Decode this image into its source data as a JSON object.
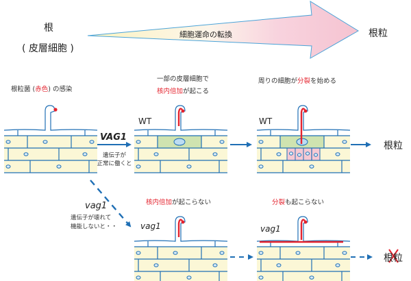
{
  "header": {
    "left_label_line1": "根",
    "left_label_line2": "( 皮層細胞 )",
    "arrow_label": "細胞運命の転換",
    "right_label": "根粒"
  },
  "top_row": {
    "panel1_caption_prefix": "根粒菌 (",
    "panel1_caption_red": "赤色",
    "panel1_caption_suffix": ") の感染",
    "gene_label": "VAG1",
    "gene_note_line1": "遺伝子が",
    "gene_note_line2": "正常に働くと",
    "panel2_caption_line1": "一部の皮層細胞で",
    "panel2_caption_red": "核内倍加",
    "panel2_caption_suffix": "が起こる",
    "panel2_tag": "WT",
    "panel3_caption_prefix": "周りの細胞が",
    "panel3_caption_red": "分裂",
    "panel3_caption_suffix": "を始める",
    "panel3_tag": "WT",
    "result_label": "根粒"
  },
  "bottom_row": {
    "gene_label": "vag1",
    "gene_note_line1": "遺伝子が壊れて",
    "gene_note_line2": "機能しないと・・",
    "panel2_caption_red": "核内倍加",
    "panel2_caption_suffix": "が起こらない",
    "panel2_tag": "vag1",
    "panel3_caption_red": "分裂",
    "panel3_caption_suffix": "も起こらない",
    "panel3_tag": "vag1",
    "result_label": "根粒",
    "result_crossed": true
  },
  "colors": {
    "outline_blue": "#1f6fb5",
    "cell_fill": "#fbf7d6",
    "enlarged_cell_fill": "#cfe3b0",
    "dividing_cell_fill": "#f6c9d3",
    "bacteria_red": "#e4232e",
    "arrow_start": "#fbf4c0",
    "arrow_end": "#f5c3d1"
  }
}
